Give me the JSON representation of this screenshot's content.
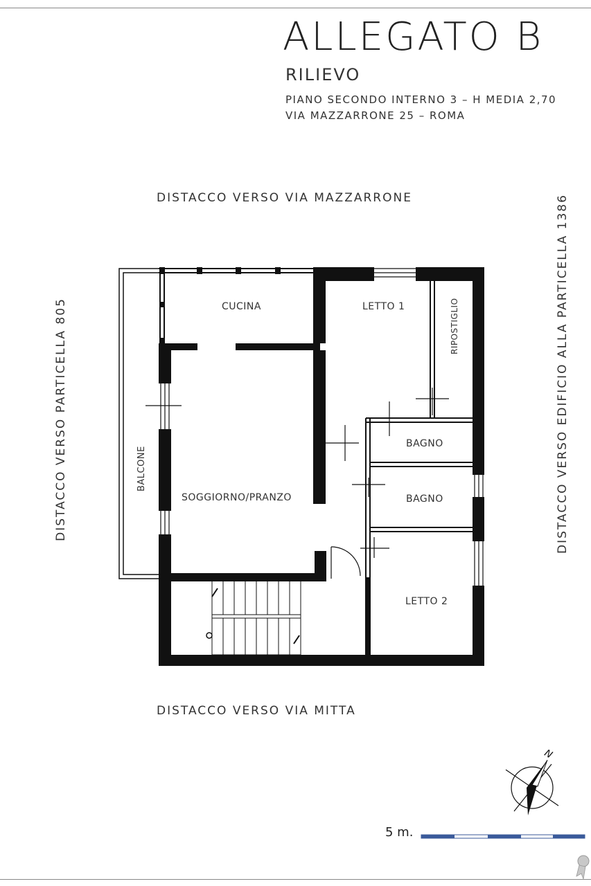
{
  "header": {
    "title": "ALLEGATO B",
    "subtitle": "RILIEVO",
    "line1": "PIANO SECONDO INTERNO 3 – H MEDIA 2,70",
    "line2": "VIA MAZZARRONE 25   – ROMA"
  },
  "surroundings": {
    "top": "DISTACCO VERSO VIA MAZZARRONE",
    "bottom": "DISTACCO VERSO VIA MITTA",
    "left": "DISTACCO VERSO PARTICELLA 805",
    "right": "DISTACCO VERSO EDIFICIO ALLA PARTICELLA 1386"
  },
  "rooms": {
    "cucina": "CUCINA",
    "letto1": "LETTO 1",
    "ripostiglio": "RIPOSTIGLIO",
    "bagno1": "BAGNO",
    "bagno2": "BAGNO",
    "balcone": "BALCONE",
    "soggiorno": "SOGGIORNO/PRANZO",
    "letto2": "LETTO 2"
  },
  "compass": {
    "north": "N"
  },
  "scale": {
    "label": "5 m."
  },
  "colors": {
    "wall": "#111111",
    "scale_bar": "#3a5a9a",
    "text": "#333333"
  }
}
